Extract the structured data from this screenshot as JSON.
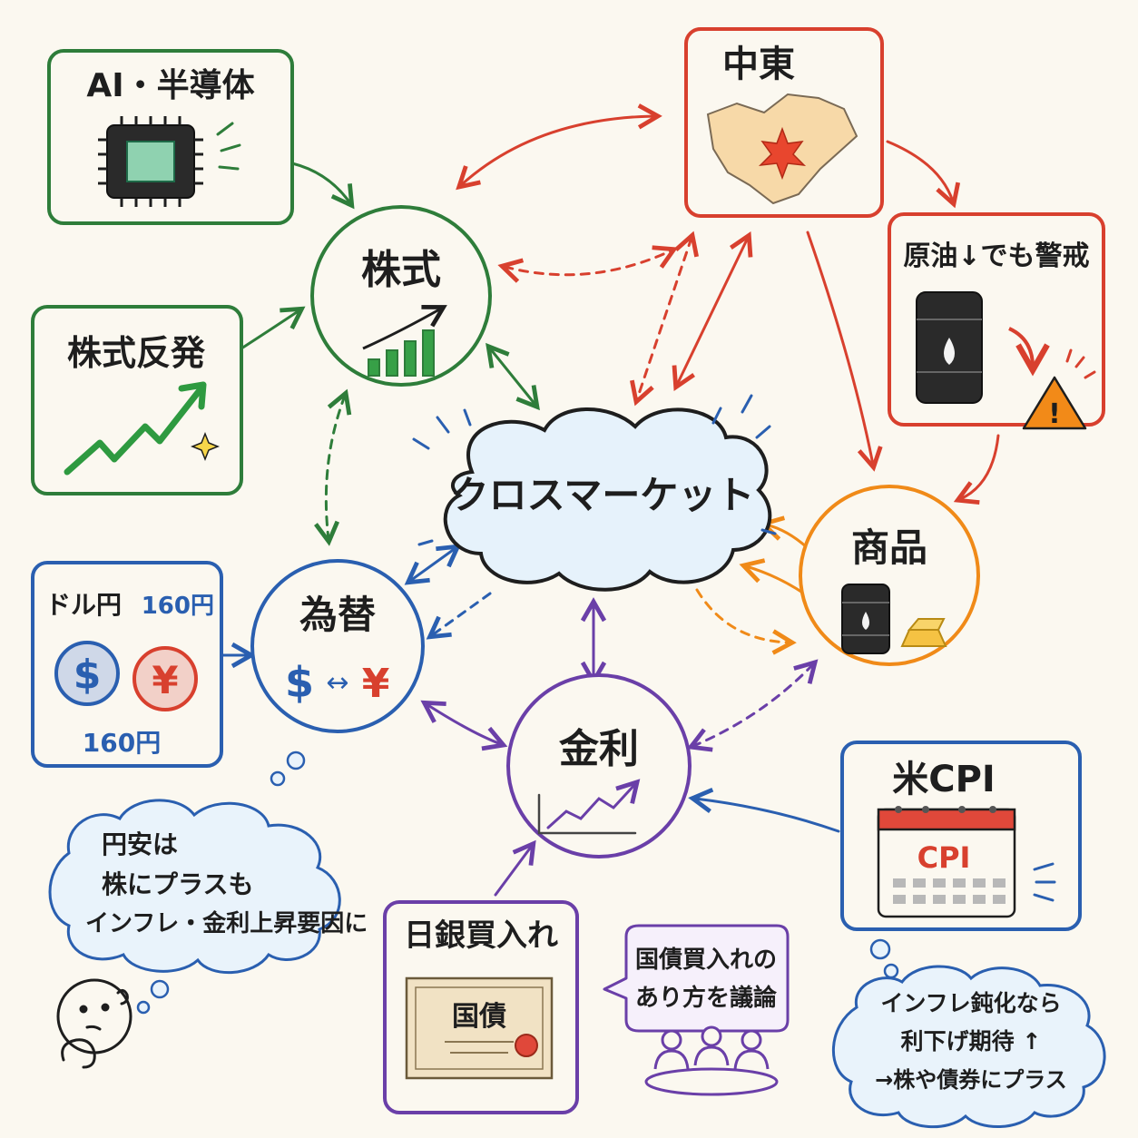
{
  "center": {
    "label": "クロスマーケット"
  },
  "nodes": {
    "stocks": {
      "label": "株式"
    },
    "fx": {
      "label": "為替",
      "symbol_usd": "$",
      "symbol_arrow": "↔",
      "symbol_yen": "¥"
    },
    "rates": {
      "label": "金利"
    },
    "commodities": {
      "label": "商品"
    }
  },
  "boxes": {
    "ai": {
      "title": "AI・半導体",
      "icon": "chip-icon"
    },
    "rebound": {
      "title": "株式反発",
      "icon": "trend-up-icon"
    },
    "mideast": {
      "title": "中東",
      "icon": "map-star-icon"
    },
    "oil": {
      "title": "原油↓でも警戒",
      "icon": "oil-barrel-warning-icon"
    },
    "usdjpy": {
      "title": "ドル円",
      "value_top": "160円",
      "value_bottom": "160円",
      "coin_usd": "$",
      "coin_yen": "¥"
    },
    "uscpi": {
      "title": "米CPI",
      "calendar_label": "CPI",
      "icon": "calendar-icon"
    },
    "boj": {
      "title": "日銀買入れ",
      "certificate_label": "国債",
      "icon": "certificate-icon"
    }
  },
  "bubbles": {
    "weak_yen": {
      "lines": [
        "円安は",
        "株にプラスも",
        "インフレ・金利上昇要因に"
      ]
    },
    "jgb_discussion": {
      "lines": [
        "国債買入れの",
        "あり方を議論"
      ]
    },
    "inflation": {
      "lines": [
        "インフレ鈍化なら",
        "利下げ期待 ↑",
        "→株や債券にプラス"
      ]
    }
  },
  "colors": {
    "green": "#2e7d3a",
    "red": "#d8402e",
    "orange": "#f08a18",
    "blue": "#2a5fb0",
    "purple": "#6a3fa8",
    "ink": "#1e1e1e",
    "paper": "#fbf8f0"
  }
}
